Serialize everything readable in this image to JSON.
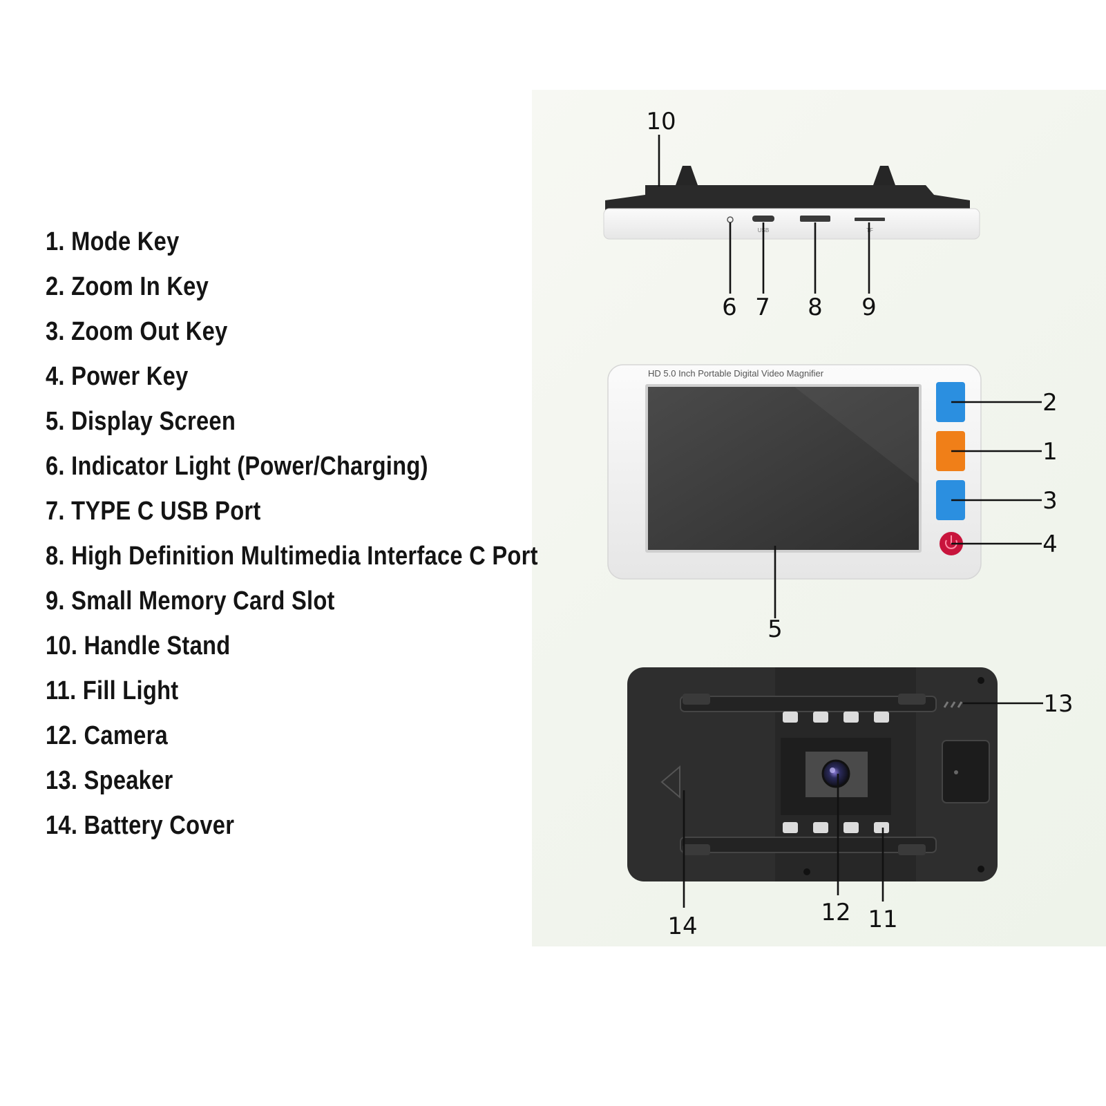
{
  "legend": {
    "items": [
      "1. Mode Key",
      "2. Zoom In Key",
      "3. Zoom Out Key",
      "4. Power Key",
      "5. Display Screen",
      "6. Indicator Light (Power/Charging)",
      "7. TYPE C USB Port",
      "8. High Definition Multimedia Interface C Port",
      "9. Small Memory Card Slot",
      "10. Handle Stand",
      "11. Fill Light",
      "12. Camera",
      "13. Speaker",
      "14. Battery Cover"
    ]
  },
  "device": {
    "front_title": "HD 5.0 Inch Portable Digital Video Magnifier",
    "port_usb_label": "USB",
    "port_tf_label": "TF",
    "colors": {
      "zoom_keys": "#2b8fe0",
      "mode_key": "#f07f18",
      "power_key": "#c8143c",
      "screen": "#3a3a3a",
      "body_white": "#f0f0f0",
      "body_black": "#2e2e2e"
    }
  },
  "callouts": {
    "n1": "1",
    "n2": "2",
    "n3": "3",
    "n4": "4",
    "n5": "5",
    "n6": "6",
    "n7": "7",
    "n8": "8",
    "n9": "9",
    "n10": "10",
    "n11": "11",
    "n12": "12",
    "n13": "13",
    "n14": "14"
  }
}
